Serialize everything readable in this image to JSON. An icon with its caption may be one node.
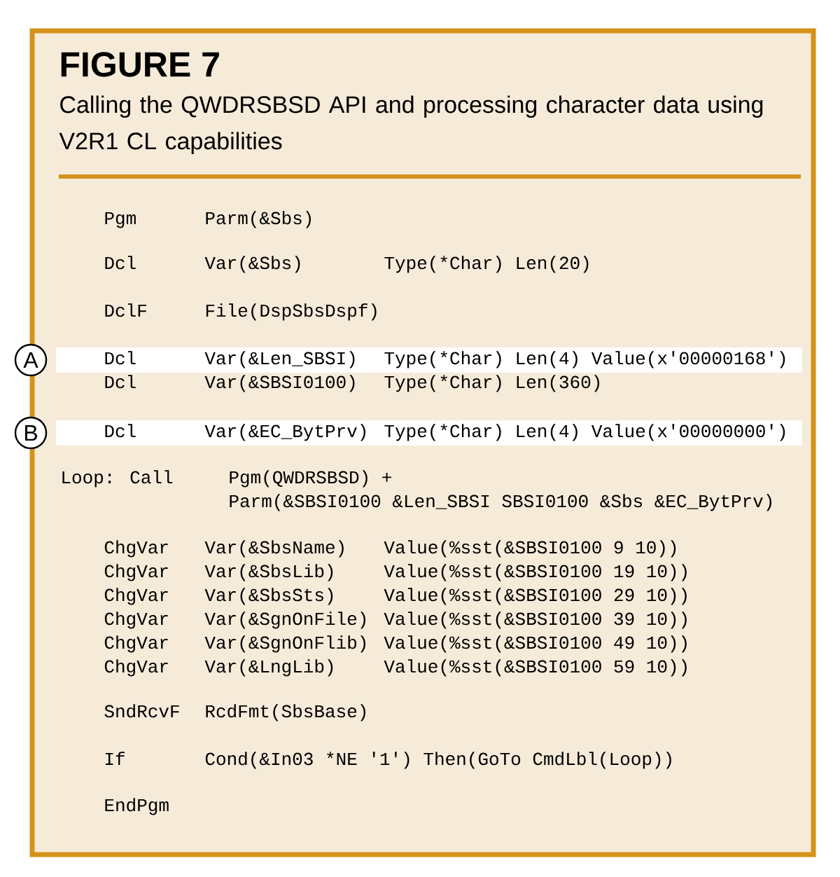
{
  "diagram": {
    "title": "FIGURE 7",
    "caption": "Calling the QWDRSBSD API and processing character data using V2R1 CL capabilities",
    "labels": [
      "Pgm",
      "Parm(&Sbs)",
      "Dcl",
      "Var(&Sbs)",
      "Type(*Char) Len(20)",
      "DclF",
      "File(DspSbsDspf)",
      "A",
      "Dcl",
      "Var(&Len_SBSI)",
      "Type(*Char) Len(4) Value(x'00000168')",
      "Dcl",
      "Var(&SBSI0100)",
      "Type(*Char) Len(360)",
      "B",
      "Dcl",
      "Var(&EC_BytPrv)",
      "Type(*Char) Len(4) Value(x'00000000')",
      "Loop: Call",
      "Pgm(QWDRSBSD) +",
      "Parm(&SBSI0100 &Len_SBSI SBSI0100 &Sbs &EC_BytPrv)",
      "ChgVar",
      "Var(&SbsName)",
      "Value(%sst(&SBSI0100 9 10))",
      "ChgVar",
      "Var(&SbsLib)",
      "Value(%sst(&SBSI0100 19 10))",
      "ChgVar",
      "Var(&SbsSts)",
      "Value(%sst(&SBSI0100 29 10))",
      "ChgVar",
      "Var(&SgnOnFile)",
      "Value(%sst(&SBSI0100 39 10))",
      "ChgVar",
      "Var(&SgnOnFlib)",
      "Value(%sst(&SBSI0100 49 10))",
      "ChgVar",
      "Var(&LngLib)",
      "Value(%sst(&SBSI0100 59 10))",
      "SndRcvF",
      "RcdFmt(SbsBase)",
      "If",
      "Cond(&In03 *NE '1') Then(GoTo CmdLbl(Loop))",
      "EndPgm"
    ]
  }
}
